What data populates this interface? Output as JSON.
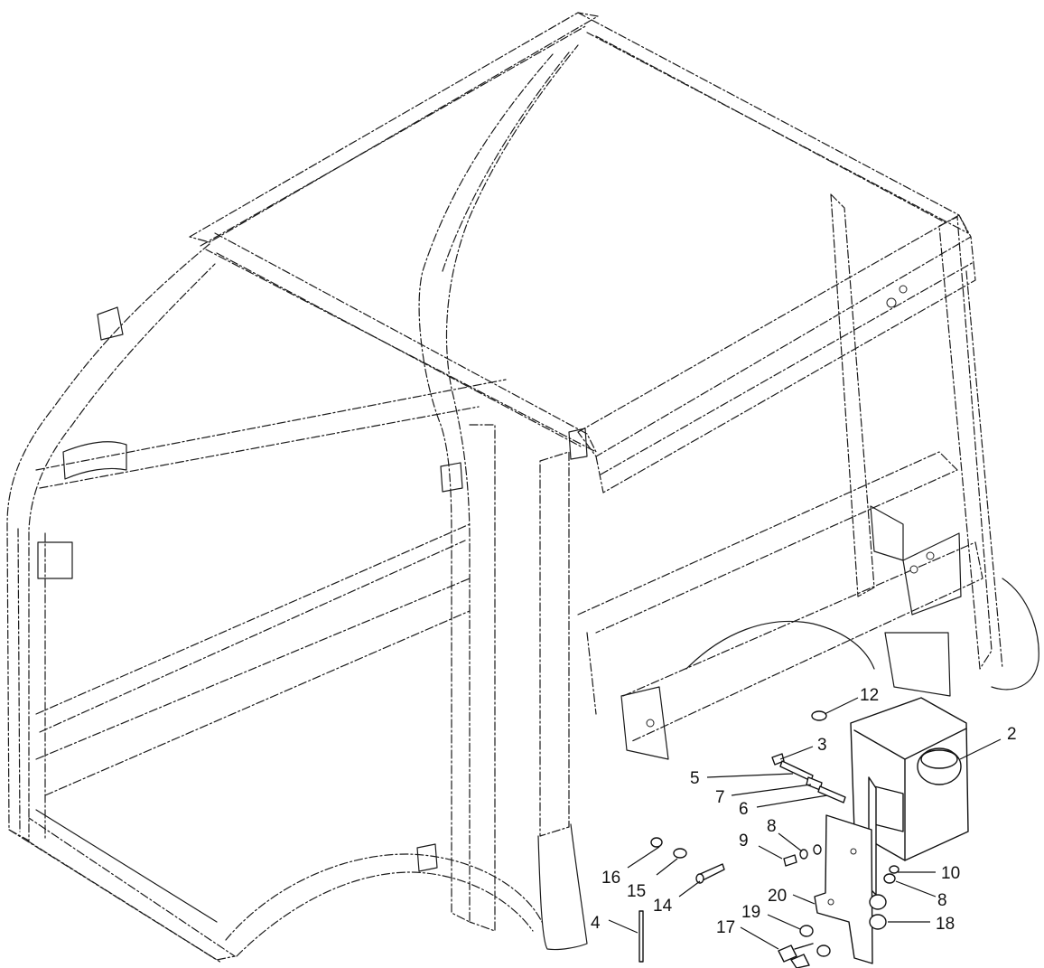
{
  "callouts": [
    {
      "id": "c12",
      "label": "12"
    },
    {
      "id": "c2",
      "label": "2"
    },
    {
      "id": "c3",
      "label": "3"
    },
    {
      "id": "c5",
      "label": "5"
    },
    {
      "id": "c7",
      "label": "7"
    },
    {
      "id": "c6",
      "label": "6"
    },
    {
      "id": "c8a",
      "label": "8"
    },
    {
      "id": "c9",
      "label": "9"
    },
    {
      "id": "c10",
      "label": "10"
    },
    {
      "id": "c8b",
      "label": "8"
    },
    {
      "id": "c16",
      "label": "16"
    },
    {
      "id": "c15",
      "label": "15"
    },
    {
      "id": "c14",
      "label": "14"
    },
    {
      "id": "c20",
      "label": "20"
    },
    {
      "id": "c4",
      "label": "4"
    },
    {
      "id": "c19",
      "label": "19"
    },
    {
      "id": "c18",
      "label": "18"
    },
    {
      "id": "c17",
      "label": "17"
    }
  ]
}
